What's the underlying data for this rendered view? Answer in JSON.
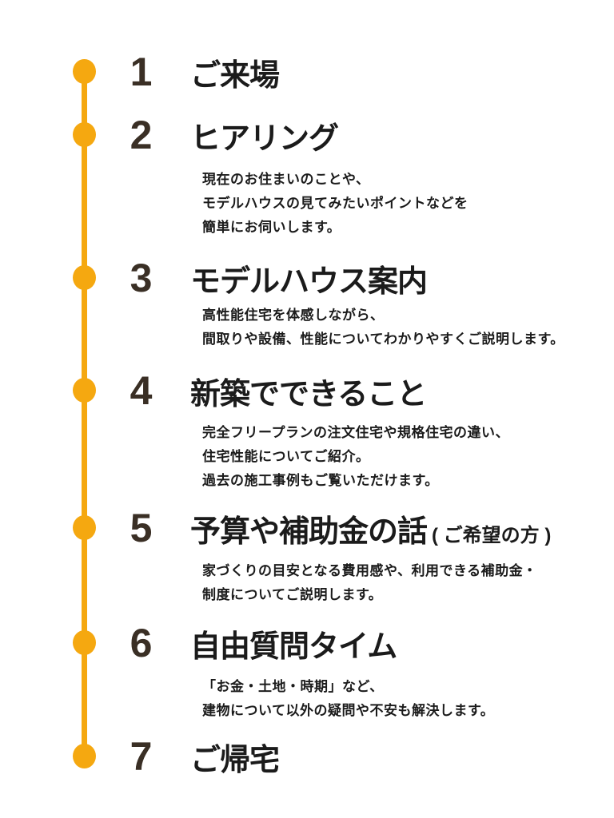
{
  "colors": {
    "accent": "#F5A810",
    "number": "#3A2F25",
    "text": "#1B1B1B",
    "background": "#FFFFFF"
  },
  "steps": [
    {
      "number": "1",
      "title": "ご来場",
      "desc": []
    },
    {
      "number": "2",
      "title": "ヒアリング",
      "desc": [
        "現在のお住まいのことや、",
        "モデルハウスの見てみたいポイントなどを",
        "簡単にお伺いします。"
      ]
    },
    {
      "number": "3",
      "title": "モデルハウス案内",
      "desc": [
        "高性能住宅を体感しながら、",
        "間取りや設備、性能についてわかりやすくご説明します。"
      ]
    },
    {
      "number": "4",
      "title": "新築でできること",
      "desc": [
        "完全フリープランの注文住宅や規格住宅の違い、",
        "住宅性能についてご紹介。",
        "過去の施工事例もご覧いただけます。"
      ]
    },
    {
      "number": "5",
      "title": "予算や補助金の話",
      "title_suffix": "( ご希望の方 )",
      "desc": [
        "家づくりの目安となる費用感や、利用できる補助金・",
        "制度についてご説明します。"
      ]
    },
    {
      "number": "6",
      "title": "自由質問タイム",
      "desc": [
        "「お金・土地・時期」など、",
        "建物について以外の疑問や不安も解決します。"
      ]
    },
    {
      "number": "7",
      "title": "ご帰宅",
      "desc": []
    }
  ]
}
